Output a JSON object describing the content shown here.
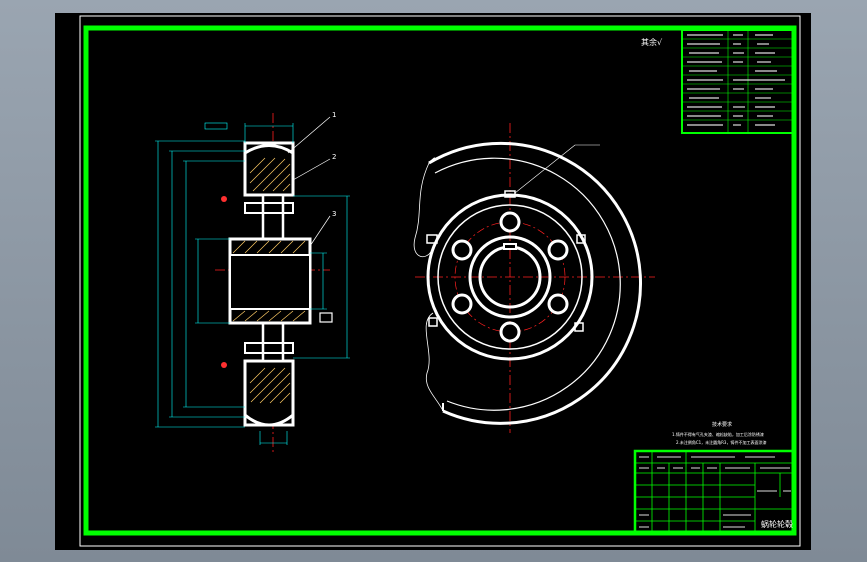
{
  "drawing": {
    "tag_1": "1",
    "tag_2": "2",
    "tag_3": "3",
    "roughness_mark": "其余√",
    "note_title": "技术要求",
    "note_1": "1.铸件不得有气孔夹渣、缩松缺陷，加工后涂防锈漆",
    "note_2": "2.未注倒角C1，未注圆角R3，铸件不加工表面涂漆",
    "title_block": {
      "part_name": "蜗轮轮毂",
      "company": "",
      "drawing_no": ""
    }
  },
  "colors": {
    "frame": "#00ff00",
    "outline": "#ffffff",
    "dimension": "#00ffff",
    "centerline": "#ff2020",
    "hatch": "#ffcc66"
  }
}
